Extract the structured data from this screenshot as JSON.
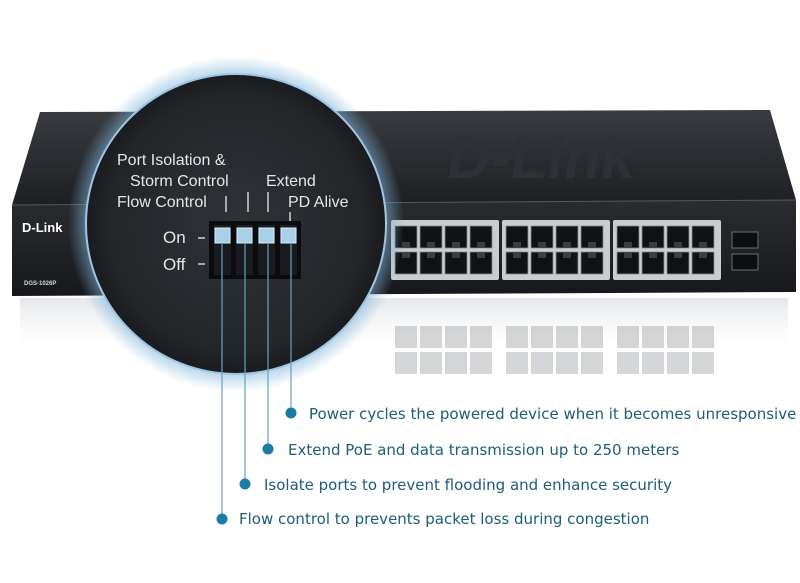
{
  "product": {
    "brand": "D-Link",
    "model": "DGS-1026P"
  },
  "dip_switch": {
    "labels": {
      "port_isolation_line1": "Port Isolation &",
      "port_isolation_line2": "Storm Control",
      "flow_control": "Flow Control",
      "extend": "Extend",
      "pd_alive": "PD Alive"
    },
    "state_on": "On",
    "state_off": "Off",
    "switch_positions": [
      "on",
      "on",
      "on",
      "on"
    ]
  },
  "features": [
    {
      "text": "Power cycles the powered device when it becomes unresponsive"
    },
    {
      "text": "Extend PoE and data transmission up to 250 meters"
    },
    {
      "text": "Isolate ports to prevent flooding and enhance security"
    },
    {
      "text": "Flow control to prevents packet loss during congestion"
    }
  ],
  "colors": {
    "accent": "#1d7ca5",
    "text": "#1b5d7a",
    "device_body": "#2b2d31"
  },
  "icons": [
    "callout-dot-icon",
    "ethernet-port-icon",
    "sfp-port-icon",
    "magnifier-lens-icon"
  ]
}
